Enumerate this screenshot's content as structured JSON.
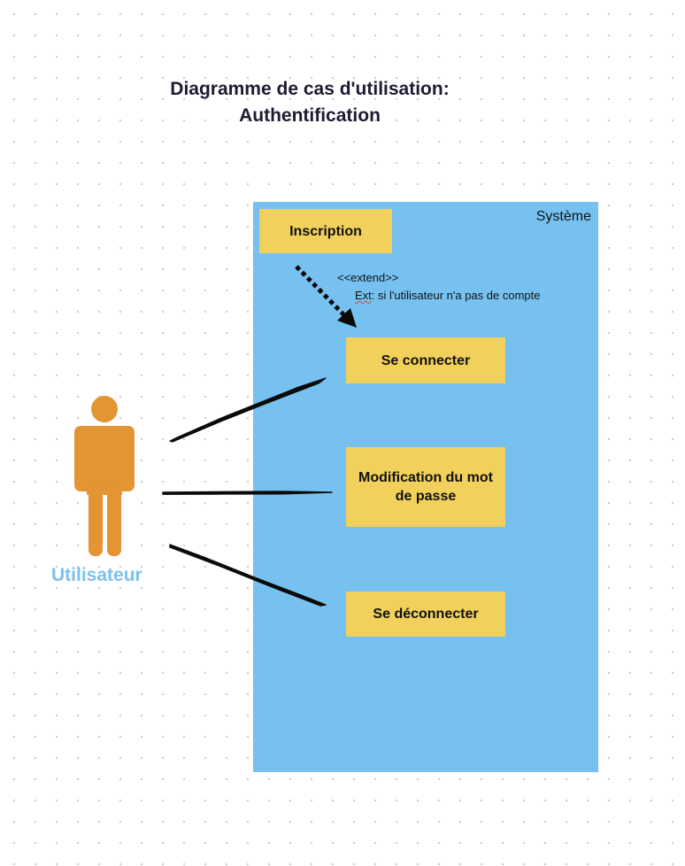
{
  "title": {
    "line1": "Diagramme de cas d'utilisation:",
    "line2": "Authentification"
  },
  "system": {
    "label": "Système"
  },
  "use_cases": {
    "inscription": "Inscription",
    "connect": "Se connecter",
    "modification": "Modification du mot de passe",
    "disconnect": "Se déconnecter"
  },
  "extend": {
    "stereotype": "<<extend>>",
    "condition_prefix": "Ext",
    "condition_text": ": si l'utilisateur n'a pas de compte"
  },
  "actor": {
    "name": "Utilisateur"
  },
  "colors": {
    "system_fill": "#77c1f0",
    "use_case_fill": "#f1d05c",
    "actor_fill": "#e39433",
    "actor_label": "#7cc1ee",
    "title_text": "#1f1a33"
  }
}
